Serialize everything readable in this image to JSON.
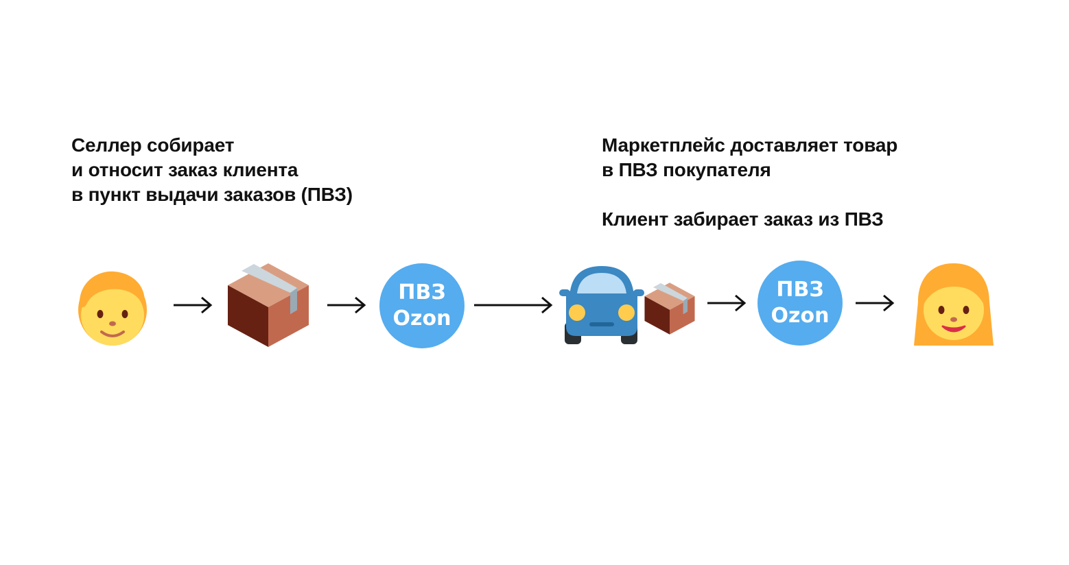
{
  "captions": {
    "seller": [
      "Селлер собирает",
      "и относит заказ клиента",
      "в пункт выдачи заказов (ПВЗ)"
    ],
    "marketplace": [
      "Маркетплейс доставляет товар",
      "в ПВЗ покупателя"
    ],
    "client": "Клиент забирает заказ из ПВЗ"
  },
  "flow": [
    {
      "icon": "person-icon"
    },
    {
      "icon": "package-icon"
    },
    {
      "icon": "pickup-point-icon",
      "line1": "ПВЗ",
      "line2": "Ozon"
    },
    {
      "icon": "car-icon"
    },
    {
      "icon": "package-icon"
    },
    {
      "icon": "pickup-point-icon",
      "line1": "ПВЗ",
      "line2": "Ozon"
    },
    {
      "icon": "woman-icon"
    }
  ],
  "colors": {
    "text": "#111111",
    "pvz_circle": "#55ACEE",
    "pvz_text": "#FFFFFF",
    "skin": "#FFDC5D",
    "hair": "#FFAC33",
    "box_top": "#D99E82",
    "box_left": "#662113",
    "box_right": "#C1694F",
    "tape": "#CCD6DD",
    "car_body": "#3B88C3",
    "car_window": "#BBDDF5",
    "car_light": "#FFCC4D",
    "arrow": "#111111"
  }
}
